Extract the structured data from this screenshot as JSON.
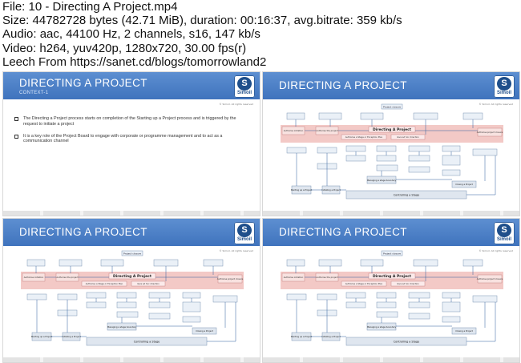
{
  "header_info": [
    "File: 10 - Directing A Project.mp4",
    "Size: 44782728 bytes (42.71 MiB), duration: 00:16:37, avg.bitrate: 359 kb/s",
    "Audio: aac, 44100 Hz, 2 channels, s16, 147 kb/s",
    "Video: h264, yuv420p, 1280x720, 30.00 fps(r)",
    "Leech From https://sanet.cd/blogs/tomorrowland2"
  ],
  "tile1": {
    "title": "DIRECTING A PROJECT",
    "subtitle": "CONTEXT-1",
    "bullets": [
      "The Directing a Project process starts on completion of the Starting up a Project process and is triggered by the request to initiate a project",
      "It is a key role of the Project Board to engage with corporate or programme management and to act as a communication channel"
    ]
  },
  "tile_title": "DIRECTING A PROJECT",
  "logo": {
    "letter": "S",
    "name": "Simoil"
  },
  "copyright": "© Simoil. All rights reserved",
  "diagram": {
    "band_label": "Directing A Project",
    "sub_band_1": "Authorise a Stage or Exception Plan",
    "sub_band_2": "Give ad hoc direction",
    "top_box": "Project closure",
    "controlling": "Controlling a Stage",
    "managing": "Managing a stage boundary",
    "starting": "Starting up a Project",
    "initiating": "Initiating a Project",
    "closing": "Closing a Project",
    "authorise_init": "Authorise initiation",
    "authorise_proj": "Authorise the project",
    "authorise_close": "Authorise project closure"
  },
  "colors": {
    "header_blue": "#3f73bd",
    "band_pink": "#f3c9c6",
    "box_fill": "#eaf0f7",
    "box_border": "#7b95b5",
    "arrow": "#2f5f9e"
  }
}
